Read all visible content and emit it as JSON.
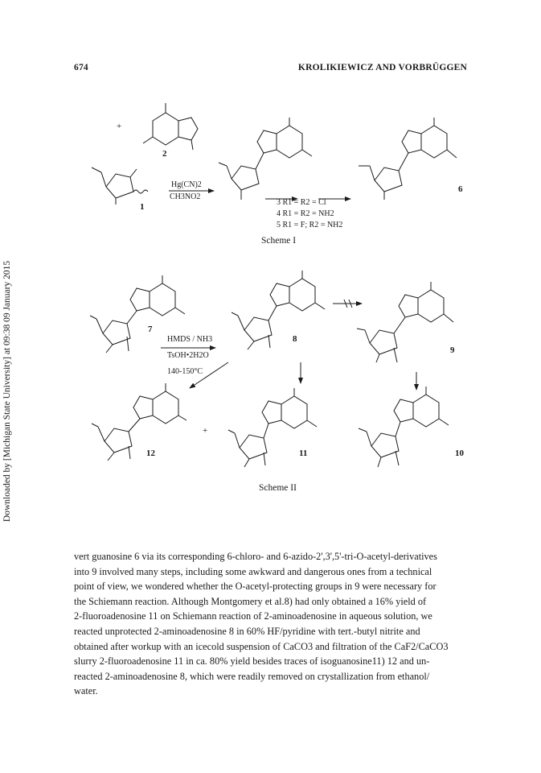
{
  "header": {
    "page_number": "674",
    "running_head": "KROLIKIEWICZ AND VORBRÜGGEN"
  },
  "side_note": "Downloaded by [Michigan State University] at 09:38 09 January 2015",
  "scheme1": {
    "caption": "Scheme I",
    "plus": "+",
    "reagent_top": "Hg(CN)2",
    "reagent_bottom": "CH3NO2",
    "compound_labels": [
      "1",
      "2",
      "3",
      "4",
      "5",
      "6"
    ],
    "definitions": [
      "3  R1 = R2 = Cl",
      "4  R1 = R2 = NH2",
      "5  R1 = F; R2 = NH2"
    ]
  },
  "scheme2": {
    "caption": "Scheme II",
    "reagents": [
      "HMDS / NH3",
      "TsOH•2H2O",
      "140-150°C"
    ],
    "compound_labels": [
      "7",
      "8",
      "9",
      "10",
      "11",
      "12"
    ],
    "plus": "+"
  },
  "body": {
    "lines": [
      "vert guanosine 6 via its corresponding 6-chloro- and 6-azido-2',3',5'-tri-O-acetyl-derivatives",
      "into 9 involved many steps, including some awkward and dangerous ones from a technical",
      "point of view, we wondered whether the O-acetyl-protecting groups in 9 were necessary for",
      "the Schiemann reaction. Although Montgomery et al.8) had only obtained a 16% yield of",
      "2-fluoroadenosine 11 on Schiemann reaction of 2-aminoadenosine in aqueous solution, we",
      "reacted unprotected 2-aminoadenosine 8 in 60% HF/pyridine with tert.-butyl nitrite and",
      "obtained after workup with an icecold suspension of CaCO3 and filtration of the CaF2/CaCO3",
      "slurry 2-fluoroadenosine 11 in ca. 80% yield besides traces of isoguanosine11) 12 and un-",
      "reacted 2-aminoadenosine 8, which were readily removed on crystallization from ethanol/",
      "water."
    ]
  }
}
